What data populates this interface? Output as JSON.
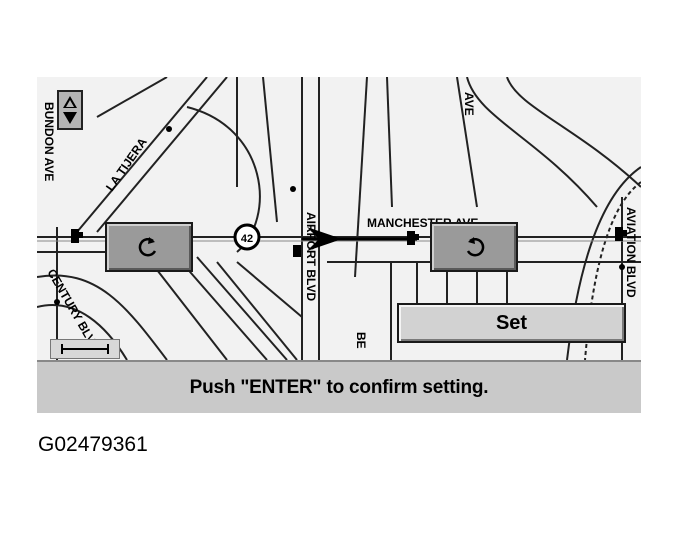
{
  "map": {
    "street_labels": [
      "LA TIJERA",
      "BUNDON AVE",
      "MANCHESTER AVE",
      "AIRPORT BLVD",
      "AVIATION BLVD",
      "CENTURY BLVD",
      "AVE",
      "BE"
    ],
    "route_marker": "42"
  },
  "compass_icon": "north-up-compass-icon",
  "rotate_left_icon": "rotate-counterclockwise-icon",
  "rotate_right_icon": "rotate-clockwise-icon",
  "set_button": {
    "label": "Set"
  },
  "message": {
    "text": "Push \"ENTER\" to confirm setting."
  },
  "caption": "G02479361",
  "colors": {
    "map_bg": "#f2f2f2",
    "button_gray": "#9a9a9a",
    "message_bar": "#c9c9c9",
    "set_button": "#d2d2d2"
  }
}
